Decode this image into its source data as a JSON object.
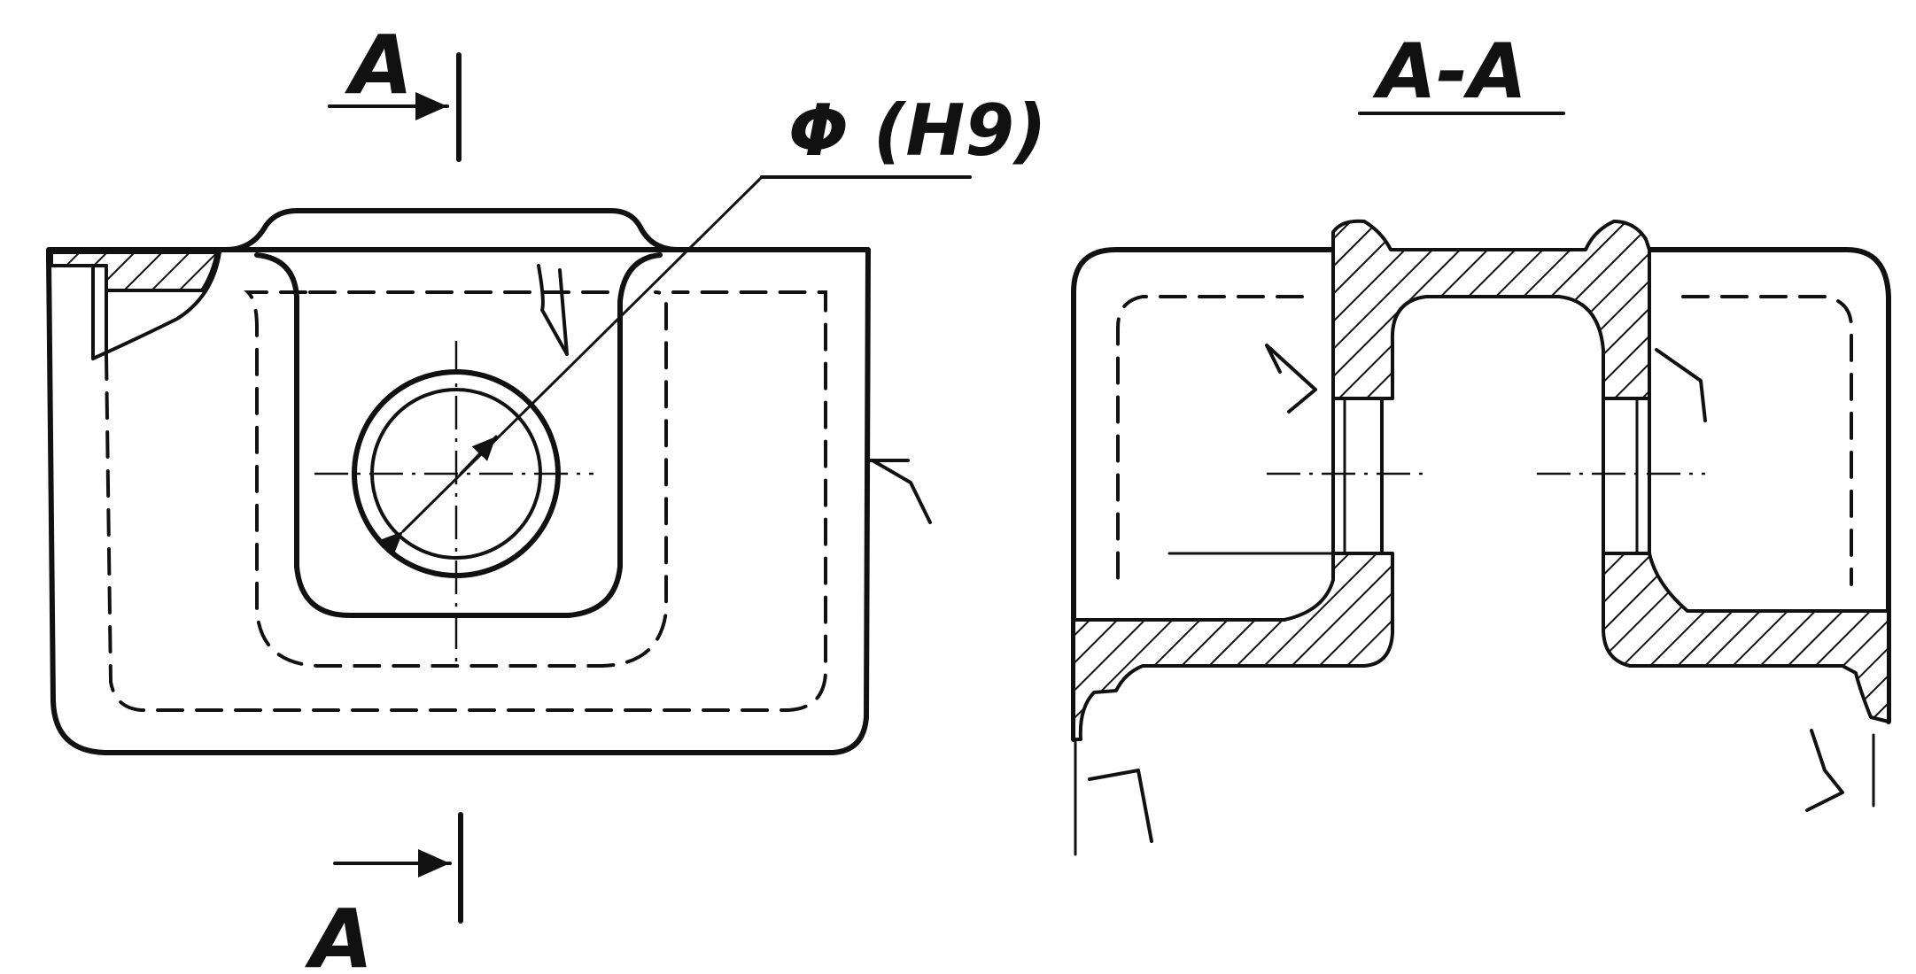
{
  "section_marks": {
    "top_left": "A",
    "bottom_left": "A"
  },
  "section_title": "A-A",
  "hole_callout": "Φ (H9)"
}
